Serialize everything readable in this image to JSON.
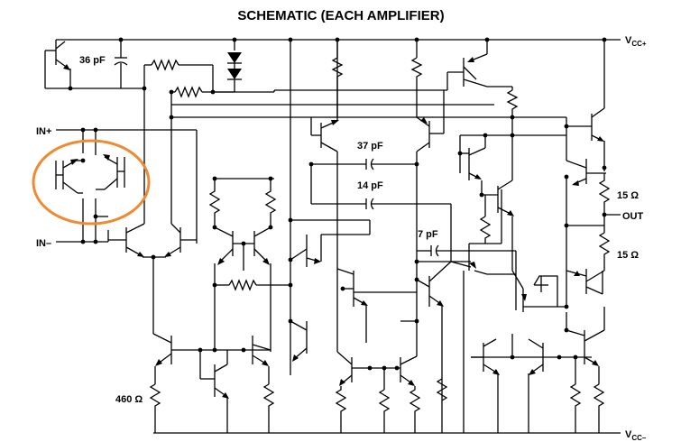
{
  "diagram": {
    "title": "SCHEMATIC (EACH AMPLIFIER)",
    "labels": {
      "in_plus": "IN+",
      "in_minus": "IN–",
      "vcc_plus_main": "V",
      "vcc_plus_sub": "CC+",
      "vcc_minus_main": "V",
      "vcc_minus_sub": "CC–",
      "out": "OUT"
    },
    "components": {
      "cap_36": "36 pF",
      "cap_37": "37 pF",
      "cap_14": "14 pF",
      "cap_7": "7 pF",
      "res_15_top": "15 Ω",
      "res_15_bot": "15 Ω",
      "res_460": "460 Ω"
    },
    "highlight": {
      "color": "#f08a30",
      "shape": "ellipse"
    },
    "colors": {
      "wire": "#000000",
      "background": "#ffffff"
    }
  }
}
